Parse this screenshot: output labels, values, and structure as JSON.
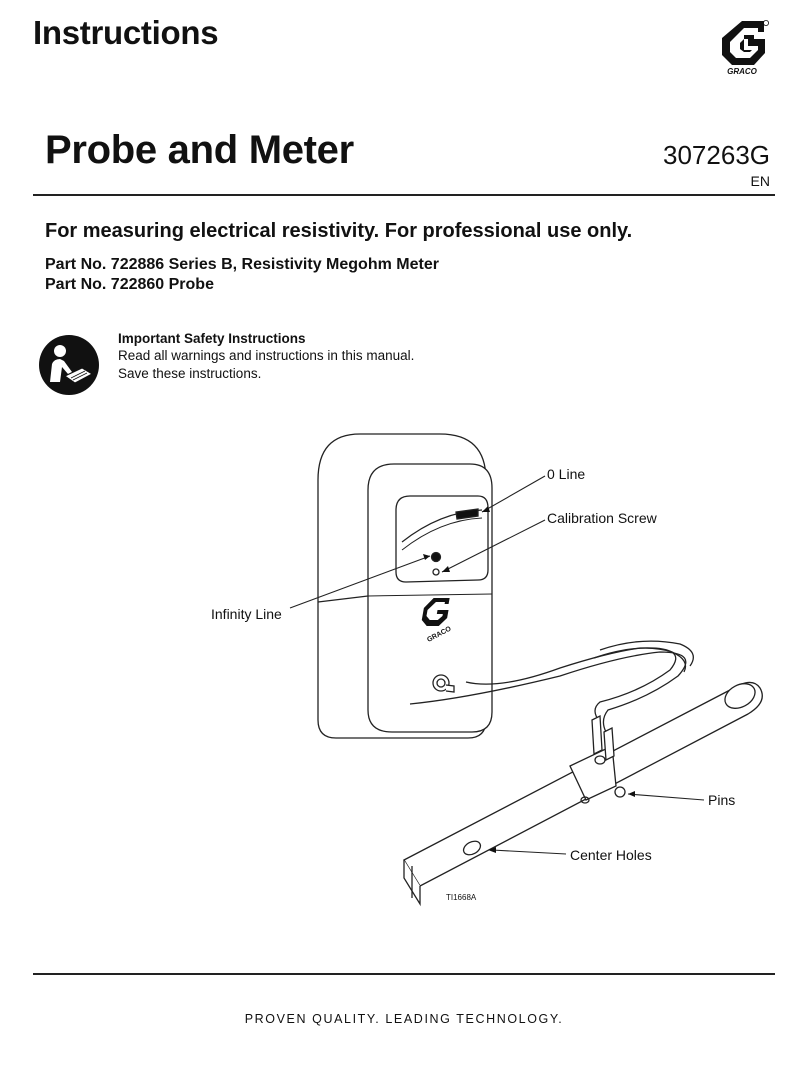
{
  "header": {
    "label": "Instructions",
    "brand": "GRACO"
  },
  "document": {
    "title": "Probe and Meter",
    "number": "307263G",
    "language": "EN"
  },
  "purpose": "For measuring electrical resistivity. For professional use only.",
  "parts": [
    "Part No. 722886 Series B, Resistivity Megohm Meter",
    "Part No. 722860 Probe"
  ],
  "safety": {
    "icon": "read-manual-icon",
    "heading": "Important Safety Instructions",
    "lines": [
      "Read all warnings and instructions in this manual.",
      "Save these instructions."
    ]
  },
  "diagram": {
    "callouts": {
      "zero_line": "0 Line",
      "calibration_screw": "Calibration Screw",
      "infinity_line": "Infinity Line",
      "pins": "Pins",
      "center_holes": "Center Holes"
    },
    "meter_brand": "GRACO",
    "figure_id": "TI1668A"
  },
  "footer": {
    "tagline": "PROVEN QUALITY. LEADING TECHNOLOGY."
  }
}
